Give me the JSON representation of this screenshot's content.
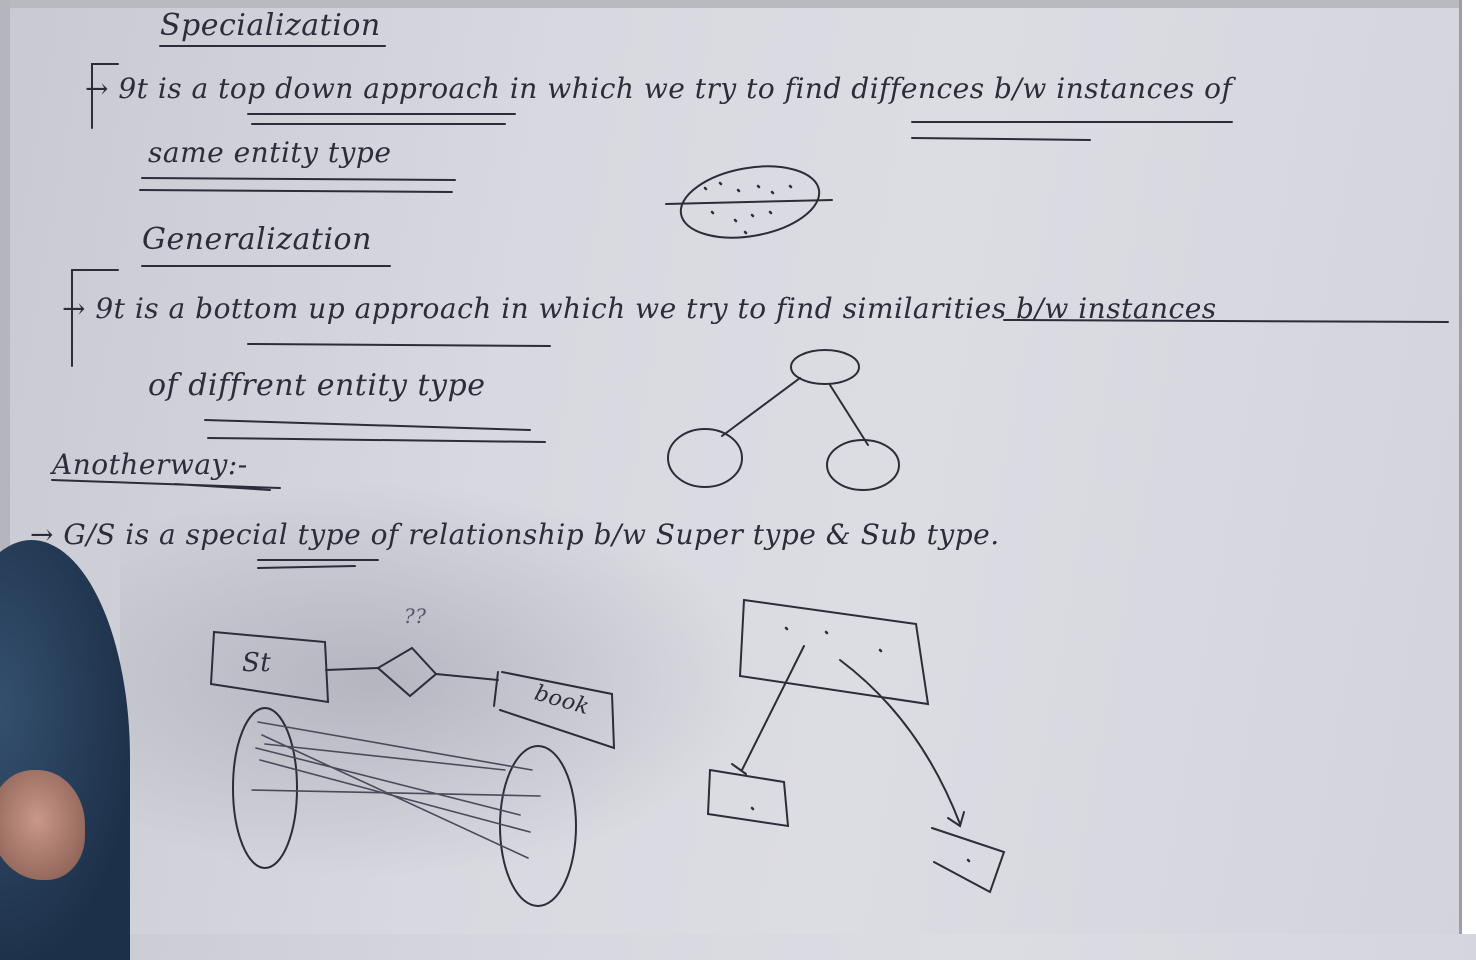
{
  "board": {
    "specialization": {
      "heading": "Specialization",
      "line1": "→ 9t is a top down approach in which we try to find diffences b/w instances of",
      "line2": "same entity type"
    },
    "generalization": {
      "heading": "Generalization",
      "line1": "→ 9t is a bottom up approach in which we try to find similarities b/w instances",
      "line2": "of diffrent entity type"
    },
    "another_way": {
      "heading": "Anotherway:-",
      "line1": "→ G/S is a special type of relationship b/w Super type & Sub type."
    },
    "diagram": {
      "st_label": "St",
      "book_label": "book",
      "question_marks": "??"
    }
  },
  "colors": {
    "board": "#d8d8e0",
    "ink": "#2c2c3a",
    "sleeve": "#1d3049"
  }
}
